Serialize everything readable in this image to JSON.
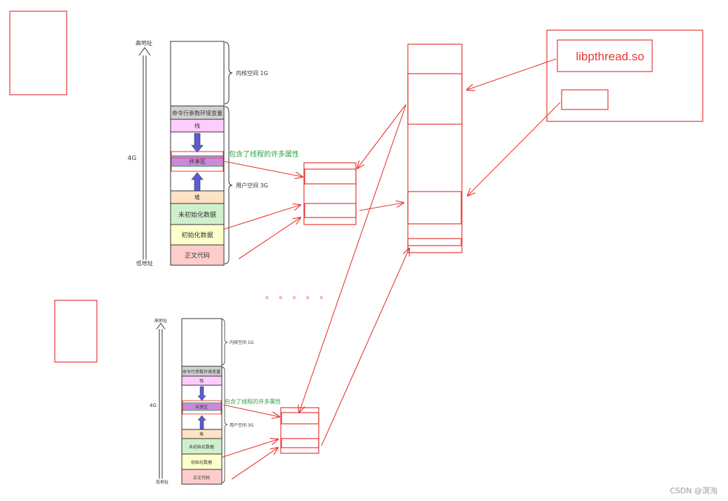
{
  "colors": {
    "red": "#e53935",
    "green": "#2ea043",
    "arrow_blue": "#5b5bd6",
    "seg_cmdline": "#d0d0d0",
    "seg_stack": "#ffccff",
    "seg_shared": "#cc88dd",
    "seg_heap": "#ffe2c4",
    "seg_bss": "#cff0cc",
    "seg_data": "#ffffcc",
    "seg_text": "#ffcccc"
  },
  "process1": {
    "high_addr": "高地址",
    "low_addr": "低地址",
    "total": "4G",
    "kernel_label": "内核空间 1G",
    "user_label": "用户空间 3G",
    "segments": {
      "cmdline": "命令行参数环境变量",
      "stack": "栈",
      "shared": "共享区",
      "heap": "堆",
      "bss": "未初始化数据",
      "data": "初始化数据",
      "text": "正文代码"
    },
    "note": "包含了线程的许多属性"
  },
  "process2": {
    "high_addr": "高地址",
    "low_addr": "低地址",
    "total": "4G",
    "kernel_label": "内核空间 1G",
    "user_label": "用户空间 3G",
    "segments": {
      "cmdline": "命令行参数环境变量",
      "stack": "栈",
      "shared": "共享区",
      "heap": "堆",
      "bss": "未初始化数据",
      "data": "初始化数据",
      "text": "正文代码"
    },
    "note": "包含了线程的许多属性"
  },
  "ellipsis": "。 。 。 。 。",
  "library": {
    "name": "libpthread.so"
  },
  "watermark": "CSDN @溟洵"
}
